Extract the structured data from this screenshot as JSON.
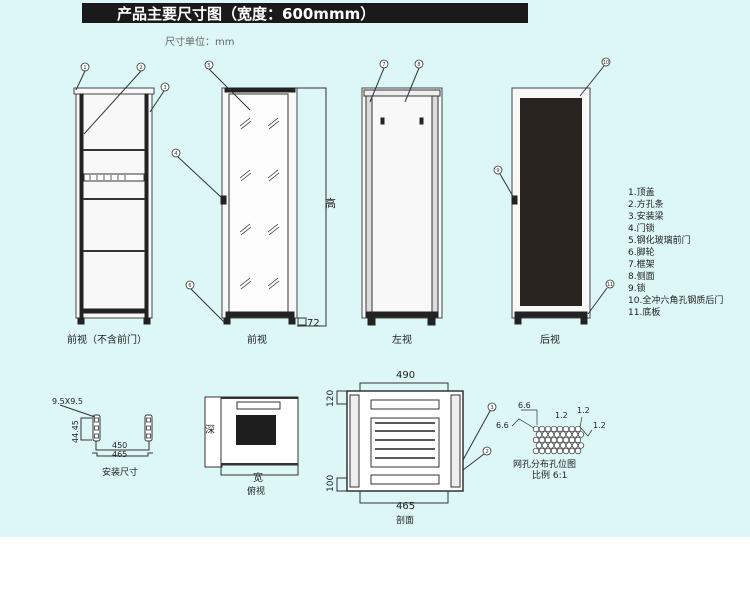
{
  "header": {
    "title": "产品主要尺寸图（宽度：600mmm）",
    "unit": "尺寸单位：mm"
  },
  "views": {
    "front_no_door": "前视（不含前门）",
    "front": "前视",
    "left": "左视",
    "rear": "后视",
    "mounting": "安装尺寸",
    "top": "俯视",
    "section": "剖面",
    "mesh": "网孔分布孔位图",
    "mesh_scale": "比例 6:1"
  },
  "dimensions": {
    "height_label": "高",
    "foot": "72",
    "square_hole": "9.5X9.5",
    "u_pitch": "44.45",
    "inner_width": "450",
    "outer_width": "465",
    "depth_label": "深",
    "width_label": "宽",
    "section_top": "490",
    "section_bottom": "465",
    "section_h1": "120",
    "section_h2": "100",
    "mesh_a": "6.6",
    "mesh_b": "6.6",
    "mesh_c": "1.2",
    "mesh_d": "1.2",
    "mesh_e": "1.2"
  },
  "callouts": [
    "1",
    "2",
    "3",
    "4",
    "5",
    "6",
    "7",
    "8",
    "9",
    "10",
    "11"
  ],
  "legend": [
    "1.顶盖",
    "2.方孔条",
    "3.安装梁",
    "4.门锁",
    "5.钢化玻璃前门",
    "6.脚轮",
    "7.框架",
    "8.侧面",
    "9.锁",
    "10.全冲六角孔钢质后门",
    "11.底板"
  ],
  "colors": {
    "background": "#dcf7f6",
    "title_bar": "#1a1a1a",
    "mesh": "#2a2420"
  }
}
